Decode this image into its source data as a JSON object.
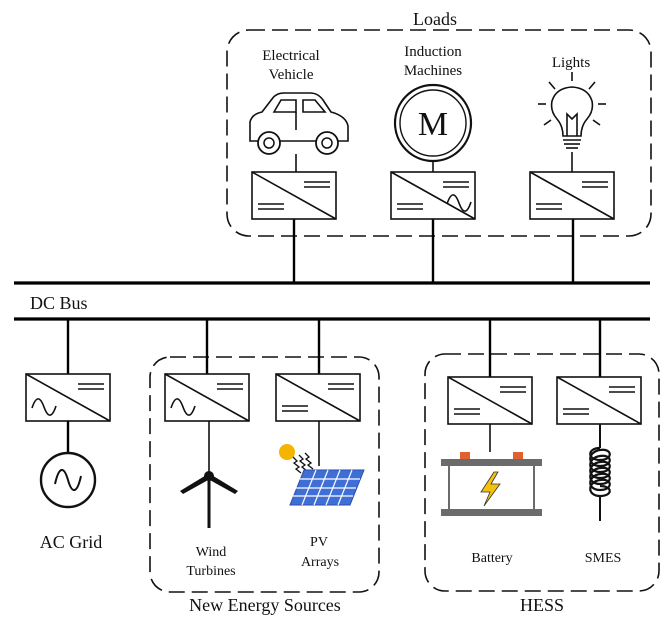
{
  "labels": {
    "loads_title": "Loads",
    "ev_line1": "Electrical",
    "ev_line2": "Vehicle",
    "im_line1": "Induction",
    "im_line2": "Machines",
    "motor_letter": "M",
    "lights": "Lights",
    "dc_bus": "DC Bus",
    "ac_grid": "AC Grid",
    "wind_line1": "Wind",
    "wind_line2": "Turbines",
    "pv_line1": "PV",
    "pv_line2": "Arrays",
    "new_energy_title": "New Energy Sources",
    "battery": "Battery",
    "smes": "SMES",
    "hess_title": "HESS"
  },
  "colors": {
    "line": "#111111",
    "pv_panel": "#3f6fd6",
    "sun": "#f4b400",
    "bolt": "#f4c20d",
    "battery_terminal": "#e06030",
    "battery_plate": "#6b6b6b"
  },
  "icons": [
    "car-icon",
    "motor-icon",
    "lightbulb-icon",
    "ac-source-icon",
    "wind-turbine-icon",
    "pv-panel-icon",
    "battery-icon",
    "coil-icon"
  ]
}
